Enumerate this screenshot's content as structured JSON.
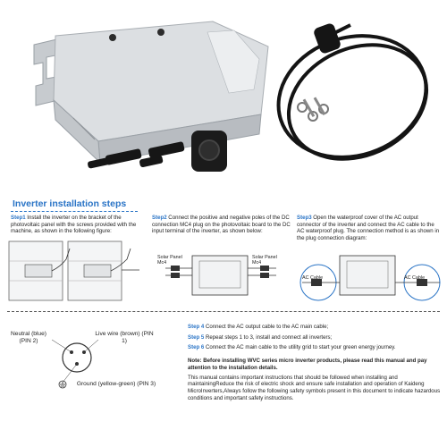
{
  "colors": {
    "accent": "#2a74c6",
    "text": "#222222",
    "panel": "#c9ccd0",
    "cable": "#1a1a1a"
  },
  "section": {
    "title": "Inverter installation steps"
  },
  "step1": {
    "label": "Step1",
    "text": " Install the inverter on the bracket of the photovoltaic panel with the screws provided with the machine, as shown in the following figure:"
  },
  "step2": {
    "label": "Step2",
    "text": " Connect the positive and negative poles of the DC connection MC4 plug on the photovoltaic board to the DC input terminal of the inverter, as shown below:"
  },
  "step3": {
    "label": "Step3",
    "text": " Open the waterproof cover of the AC output connector of the inverter and connect the AC cable to the AC waterproof plug. The connection method is as shown in the plug connection diagram:"
  },
  "diagram2": {
    "left_label": "Solar Panel Mc4",
    "right_label": "Solar Panel Mc4"
  },
  "diagram3": {
    "left_label": "AC Cable",
    "right_label": "AC Cable"
  },
  "pins": {
    "neutral": "Neutral (blue) (PIN 2)",
    "live": "Live wire (brown) (PIN 1)",
    "ground": "Ground (yellow-green) (PIN 3)"
  },
  "later_steps": [
    {
      "label": "Step 4",
      "text": " Connect the AC output cable to the AC main cable;"
    },
    {
      "label": "Step 5",
      "text": " Repeat steps 1 to 3, install and connect all inverters;"
    },
    {
      "label": "Step 6",
      "text": " Connect the AC main cable to the utility grid to start your green energy journey."
    }
  ],
  "note": {
    "bold": "Note: Before installing WVC series micro inverter products, please read this manual and pay attention to the installation details.",
    "body": "This manual contains important instructions that should be followed when installing and maintainingReduce the risk of electric shock and ensure safe installation and operation of Kaideng MicroInverters,Always follow the following safety symbols present in this document to indicate hazardous conditions and important safety instructions."
  }
}
